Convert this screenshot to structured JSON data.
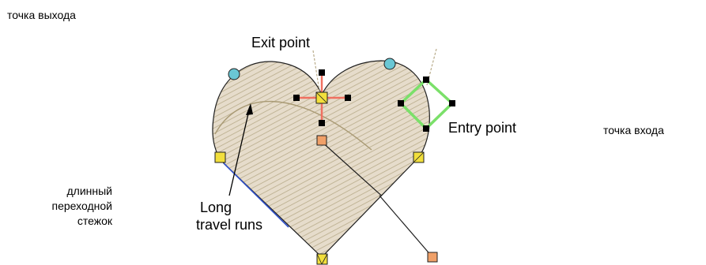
{
  "russian_labels": {
    "exit_point": "точка выхода",
    "entry_point": "точка входа",
    "long_travel": [
      "длинный",
      "переходной",
      "стежок"
    ]
  },
  "callouts": {
    "exit_point": "Exit point",
    "entry_point": "Entry point",
    "long_travel": [
      "Long",
      "travel runs"
    ]
  },
  "colors": {
    "fill": "#e6dccb",
    "stitch": "#b8ab8a",
    "outline": "#1f1f1f",
    "blue_edge": "#3050c8",
    "handle_yellow": "#f2df3c",
    "handle_orange": "#f0a068",
    "handle_cyan": "#6ac7d4",
    "entry_diamond": "#7be06a",
    "cross_handle": "#f07060"
  }
}
